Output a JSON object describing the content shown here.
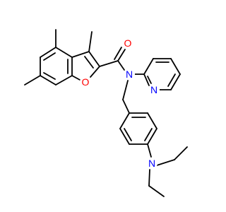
{
  "molecule": {
    "atom_labels": {
      "carbonyl_oxygen": "O",
      "furan_oxygen": "O",
      "amide_nitrogen": "N",
      "pyridine_nitrogen": "N",
      "diethylamino_nitrogen": "N"
    },
    "colors": {
      "bond": "#000000",
      "oxygen": "#ff0000",
      "nitrogen": "#0000ff",
      "background": "#ffffff"
    }
  }
}
